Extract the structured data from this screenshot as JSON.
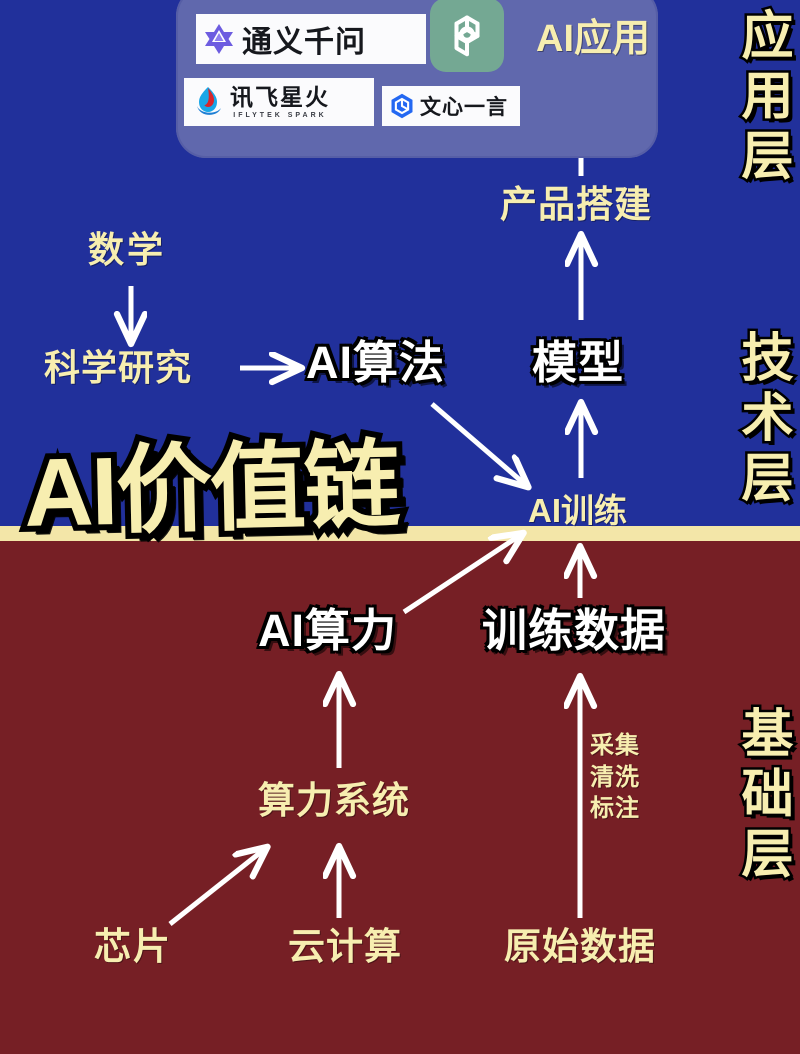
{
  "title": "AI价值链",
  "colors": {
    "band_blue": "#21309b",
    "band_divider": "#f3e6a8",
    "band_red": "#761f25",
    "cream_text": "#f7eeb0",
    "white_text": "#ffffff",
    "logo_panel": "#6068ad",
    "openai_tile": "#74a893"
  },
  "layers": {
    "application": "应用层",
    "technology": "技术层",
    "foundation": "基础层"
  },
  "logo_panel": {
    "tiles": [
      {
        "id": "qwen",
        "word": "通义千问",
        "sub": "",
        "icon": "qwen-star-icon"
      },
      {
        "id": "openai",
        "word": "",
        "sub": "",
        "icon": "openai-knot-icon"
      },
      {
        "id": "spark",
        "word": "讯飞星火",
        "sub": "IFLYTEK SPARK",
        "icon": "iflytek-flame-icon"
      },
      {
        "id": "ernie",
        "word": "文心一言",
        "sub": "",
        "icon": "ernie-hexagon-icon"
      }
    ]
  },
  "nodes": {
    "ai_application": "AI应用",
    "product_build": "产品搭建",
    "math": "数学",
    "research": "科学研究",
    "ai_algorithm": "AI算法",
    "model": "模型",
    "ai_training": "AI训练",
    "ai_compute": "AI算力",
    "training_data": "训练数据",
    "compute_system": "算力系统",
    "chip": "芯片",
    "cloud_computing": "云计算",
    "raw_data": "原始数据"
  },
  "edge_labels": {
    "data_pipeline": [
      "采集",
      "清洗",
      "标注"
    ]
  },
  "chart_data": {
    "type": "diagram",
    "title": "AI价值链",
    "bands": [
      {
        "name": "应用层",
        "color": "#21309b"
      },
      {
        "name": "技术层",
        "color": "#21309b"
      },
      {
        "name": "基础层",
        "color": "#761f25"
      }
    ],
    "nodes": [
      {
        "id": "ai_application",
        "label": "AI应用",
        "layer": "应用层"
      },
      {
        "id": "product_build",
        "label": "产品搭建",
        "layer": "应用层"
      },
      {
        "id": "math",
        "label": "数学",
        "layer": "技术层"
      },
      {
        "id": "research",
        "label": "科学研究",
        "layer": "技术层"
      },
      {
        "id": "ai_algorithm",
        "label": "AI算法",
        "layer": "技术层"
      },
      {
        "id": "model",
        "label": "模型",
        "layer": "技术层"
      },
      {
        "id": "ai_training",
        "label": "AI训练",
        "layer": "技术层"
      },
      {
        "id": "ai_compute",
        "label": "AI算力",
        "layer": "基础层"
      },
      {
        "id": "training_data",
        "label": "训练数据",
        "layer": "基础层"
      },
      {
        "id": "compute_system",
        "label": "算力系统",
        "layer": "基础层"
      },
      {
        "id": "chip",
        "label": "芯片",
        "layer": "基础层"
      },
      {
        "id": "cloud_computing",
        "label": "云计算",
        "layer": "基础层"
      },
      {
        "id": "raw_data",
        "label": "原始数据",
        "layer": "基础层"
      }
    ],
    "edges": [
      {
        "from": "math",
        "to": "research",
        "label": ""
      },
      {
        "from": "research",
        "to": "ai_algorithm",
        "label": ""
      },
      {
        "from": "ai_algorithm",
        "to": "ai_training",
        "label": ""
      },
      {
        "from": "ai_training",
        "to": "model",
        "label": ""
      },
      {
        "from": "model",
        "to": "product_build",
        "label": ""
      },
      {
        "from": "product_build",
        "to": "ai_application",
        "label": ""
      },
      {
        "from": "ai_compute",
        "to": "ai_training",
        "label": ""
      },
      {
        "from": "training_data",
        "to": "ai_training",
        "label": ""
      },
      {
        "from": "chip",
        "to": "compute_system",
        "label": ""
      },
      {
        "from": "cloud_computing",
        "to": "compute_system",
        "label": ""
      },
      {
        "from": "compute_system",
        "to": "ai_compute",
        "label": ""
      },
      {
        "from": "raw_data",
        "to": "training_data",
        "label": "采集 清洗 标注"
      }
    ]
  }
}
